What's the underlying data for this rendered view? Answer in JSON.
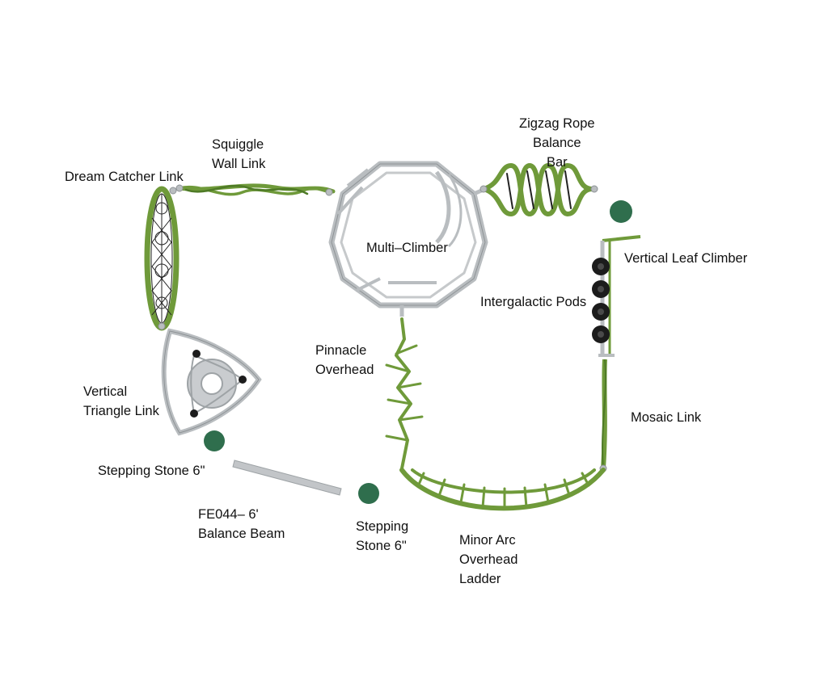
{
  "colors": {
    "green": "#6f9a3a",
    "green_dark": "#4e7a26",
    "steel": "#b9bdc0",
    "steel_dark": "#8e9396",
    "stone": "#2f6e4d",
    "pod": "#1c1c1c",
    "text": "#111111"
  },
  "labels": {
    "dream_catcher": "Dream Catcher Link",
    "squiggle": [
      "Squiggle",
      "Wall Link"
    ],
    "zigzag": [
      "Zigzag Rope",
      "Balance",
      "Bar"
    ],
    "multi_climber": "Multi–Climber",
    "vertical_leaf": "Vertical Leaf Climber",
    "intergalactic": "Intergalactic Pods",
    "pinnacle": [
      "Pinnacle",
      "Overhead"
    ],
    "vertical_triangle": [
      "Vertical",
      "Triangle Link"
    ],
    "mosaic": "Mosaic Link",
    "stepping_stone_left": "Stepping Stone 6\"",
    "balance_beam": [
      "FE044– 6'",
      "Balance Beam"
    ],
    "stepping_stone_right": [
      "Stepping",
      "Stone 6\""
    ],
    "minor_arc": [
      "Minor Arc",
      "Overhead",
      "Ladder"
    ]
  }
}
